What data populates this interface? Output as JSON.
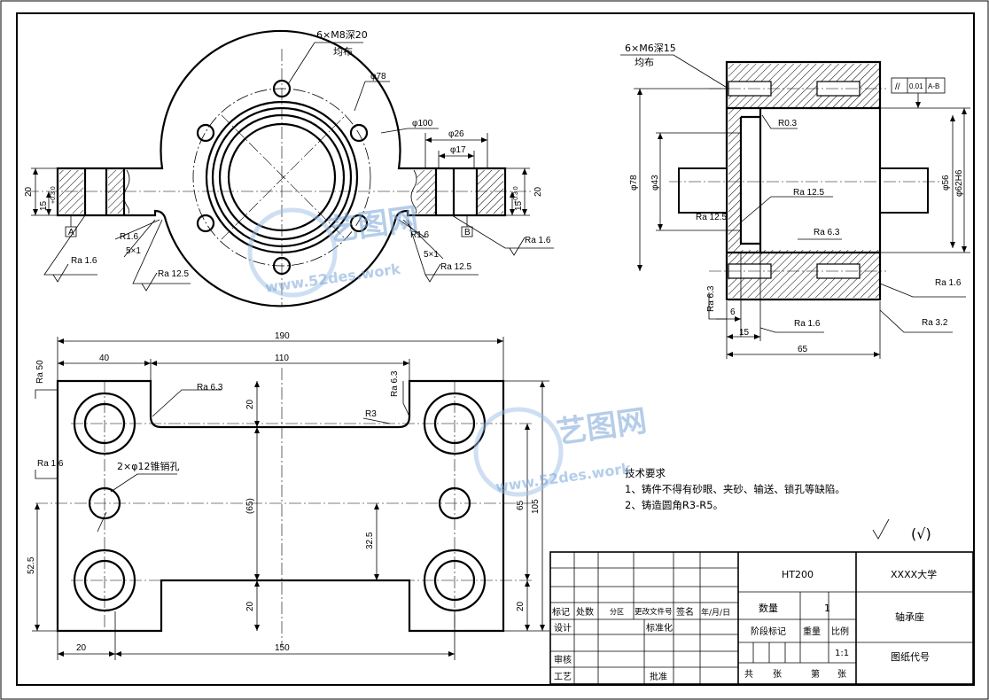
{
  "top_view": {
    "hole_note": "6×M8深20",
    "hole_note_2": "均布",
    "dia_78": "φ78",
    "dia_100": "φ100",
    "dia_26": "φ26",
    "dia_17": "φ17",
    "dim_20_left": "20",
    "dim_15_left": "15",
    "dim_20_right": "20",
    "dim_15_right": "15",
    "tol": "+0.3 0",
    "datum_a": "A",
    "datum_b": "B",
    "r16_left": "R1.6",
    "r16_right": "R1.6",
    "chamfer_left": "5×1",
    "chamfer_right": "5×1",
    "ra16_left": "Ra 1.6",
    "ra125_left": "Ra 12.5",
    "ra16_right": "Ra 1.6",
    "ra125_right": "Ra 12.5"
  },
  "side_view": {
    "hole_note": "6×M6深15",
    "hole_note_2": "均布",
    "tol_frame": [
      "//",
      "0.01",
      "A-B"
    ],
    "r03": "R0.3",
    "ra125": "Ra 12.5",
    "ra63": "Ra 6.3",
    "ra_left": "Ra 12.5",
    "dia_78": "φ78",
    "dia_43": "φ43",
    "dia_56": "φ56",
    "dia_62": "φ62H6",
    "ra16_right": "Ra 1.6",
    "ra32": "Ra 3.2",
    "ra63_bottom": "Ra 6.3",
    "dim_6": "6",
    "dim_15": "15",
    "dim_65": "65",
    "ra16_bottom": "Ra 1.6"
  },
  "front_view": {
    "dim_190": "190",
    "dim_40": "40",
    "dim_110": "110",
    "ra50": "Ra 50",
    "ra63_top": "Ra 6.3",
    "ra63_right": "Ra 6.3",
    "r3": "R3",
    "ra16": "Ra 1.6",
    "pin_note": "2×φ12锥销孔",
    "dim_20_top": "20",
    "dim_65_paren": "(65)",
    "dim_325": "32.5",
    "dim_20_bottom": "20",
    "dim_20_r_bottom": "20",
    "dim_65_right": "65",
    "dim_105": "105",
    "dim_525": "52.5",
    "dim_20_left": "20",
    "dim_150": "150"
  },
  "notes": {
    "heading": "技术要求",
    "line1": "1、铸件不得有砂眼、夹砂、输送、锁孔等缺陷。",
    "line2": "2、铸造圆角R3-R5。",
    "roughness_symbol": "(√)"
  },
  "title_block": {
    "material": "HT200",
    "school": "XXXX大学",
    "qty_label": "数量",
    "qty_value": "1",
    "part_name": "轴承座",
    "stage_label": "阶段标记",
    "weight_label": "重量",
    "scale_label": "比例",
    "scale_value": "1:1",
    "drawing_no_label": "图纸代号",
    "row_labels": [
      "标记",
      "处数",
      "分区",
      "更改文件号",
      "签名",
      "年/月/日"
    ],
    "design": "设计",
    "standard": "标准化",
    "review": "审核",
    "process": "工艺",
    "approve": "批准",
    "sheets": [
      "共",
      "张",
      "第",
      "张"
    ]
  },
  "watermark": {
    "text": "艺图网",
    "url": "www.52des.work"
  }
}
